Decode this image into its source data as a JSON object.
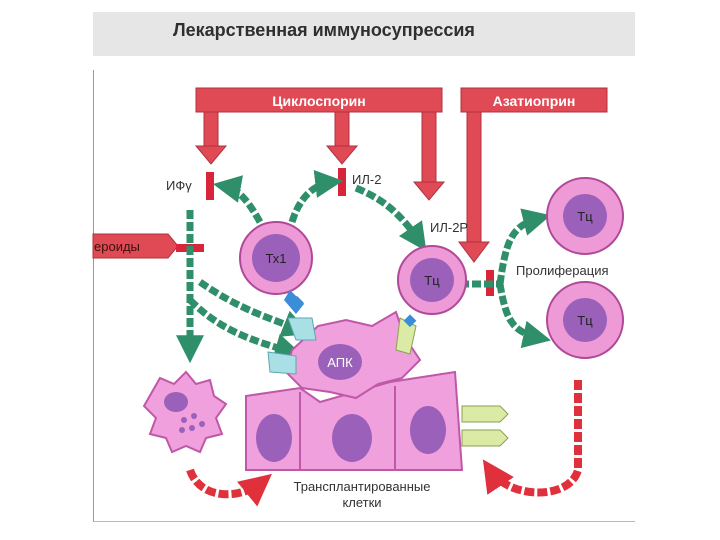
{
  "title": "Лекарственная иммуносупрессия",
  "drugs": {
    "cyclosporin": "Циклоспорин",
    "azathioprine": "Азатиоприн",
    "steroids": "ероиды"
  },
  "molecules": {
    "ifn": "ИФγ",
    "il2": "ИЛ-2",
    "il2r": "ИЛ-2Р"
  },
  "cells": {
    "th1": "Тх1",
    "tc": "Тц",
    "tc_top": "Тц",
    "tc_bottom": "Тц",
    "apc": "АПК"
  },
  "labels": {
    "proliferation": "Пролиферация",
    "transplant_line1": "Трансплантированные",
    "transplant_line2": "клетки"
  },
  "colors": {
    "inhibit_red": "#e04a55",
    "block_red": "#d8253a",
    "arrow_green": "#2f8f6a",
    "cell_pink": "#ee9ad6",
    "nucleus_purple": "#9a60ba",
    "apc_pink": "#f0a0dc",
    "receptor_yellow": "#dbeaa4",
    "receptor_cyan": "#a8e0e6",
    "antigen_blue": "#3a8ed8"
  }
}
